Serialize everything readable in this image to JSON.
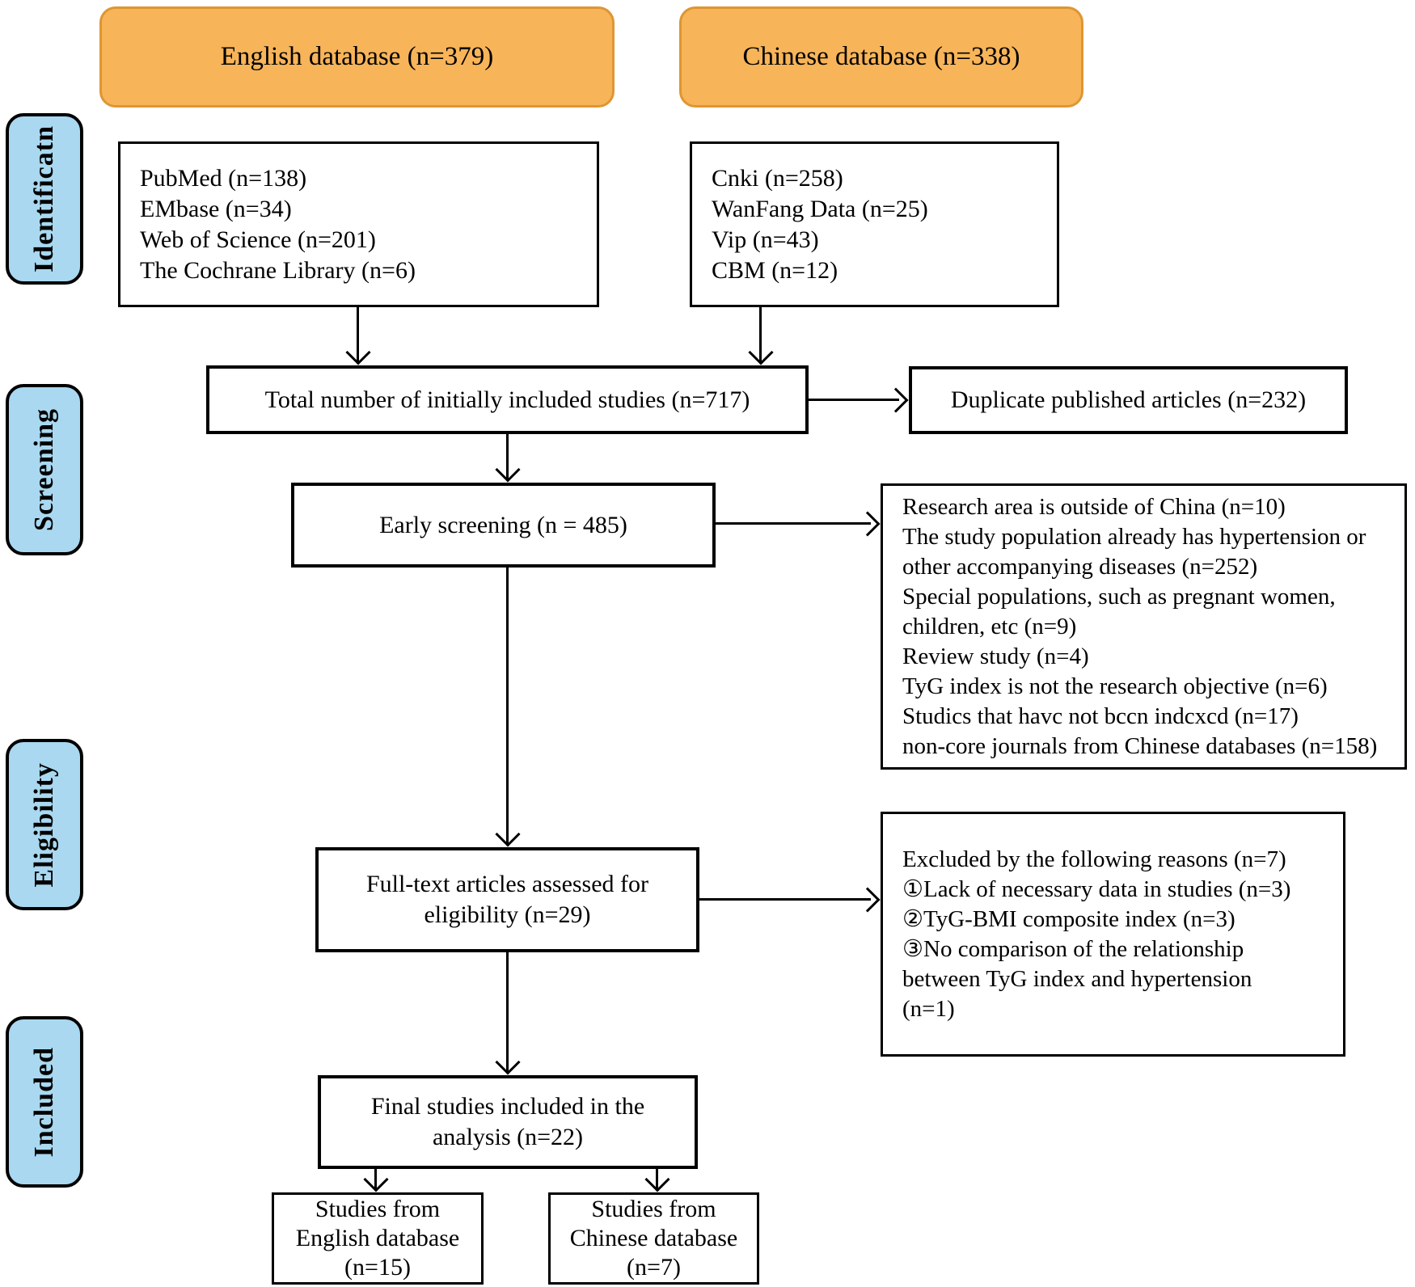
{
  "colors": {
    "banner_fill": "#f7b459",
    "banner_border": "#de9632",
    "stage_fill": "#a9d8f0",
    "box_border": "#000000",
    "background": "#ffffff"
  },
  "banners": {
    "english": "English database (n=379)",
    "chinese": "Chinese database (n=338)"
  },
  "stages": {
    "identification": "Identificatn",
    "screening": "Screening",
    "eligibility": "Eligibility",
    "included": "Included"
  },
  "boxes": {
    "english_sources": {
      "lines": [
        "PubMed (n=138)",
        "EMbase (n=34)",
        "Web of Science (n=201)",
        "The Cochrane Library (n=6)"
      ]
    },
    "chinese_sources": {
      "lines": [
        "Cnki (n=258)",
        "WanFang Data (n=25)",
        "Vip (n=43)",
        "CBM (n=12)"
      ]
    },
    "total_included": {
      "text": "Total number of initially included studies (n=717)"
    },
    "duplicates": {
      "text": "Duplicate published articles (n=232)"
    },
    "early_screening": {
      "text": "Early screening (n = 485)"
    },
    "screening_exclusions": {
      "lines": [
        "Research area is outside of China (n=10)",
        "The study population already has hypertension or",
        "other accompanying diseases (n=252)",
        "Special populations, such as pregnant women,",
        "children, etc (n=9)",
        "Review study (n=4)",
        "TyG index is not the research objective (n=6)",
        "Studics that havc not bccn indcxcd (n=17)",
        "non-core journals from Chinese databases (n=158)"
      ]
    },
    "fulltext": {
      "lines": [
        "Full-text articles assessed for",
        "eligibility (n=29)"
      ]
    },
    "fulltext_exclusions": {
      "lines": [
        "Excluded by the following reasons (n=7)",
        "①Lack of necessary data in studies (n=3)",
        "②TyG-BMI composite index (n=3)",
        "③No comparison of the relationship",
        "between TyG index and hypertension",
        "(n=1)"
      ]
    },
    "final_included": {
      "lines": [
        "Final studies included in the",
        "analysis (n=22)"
      ]
    },
    "final_english": {
      "lines": [
        "Studies from",
        "English database",
        "(n=15)"
      ]
    },
    "final_chinese": {
      "lines": [
        "Studies from",
        "Chinese database",
        "(n=7)"
      ]
    }
  }
}
